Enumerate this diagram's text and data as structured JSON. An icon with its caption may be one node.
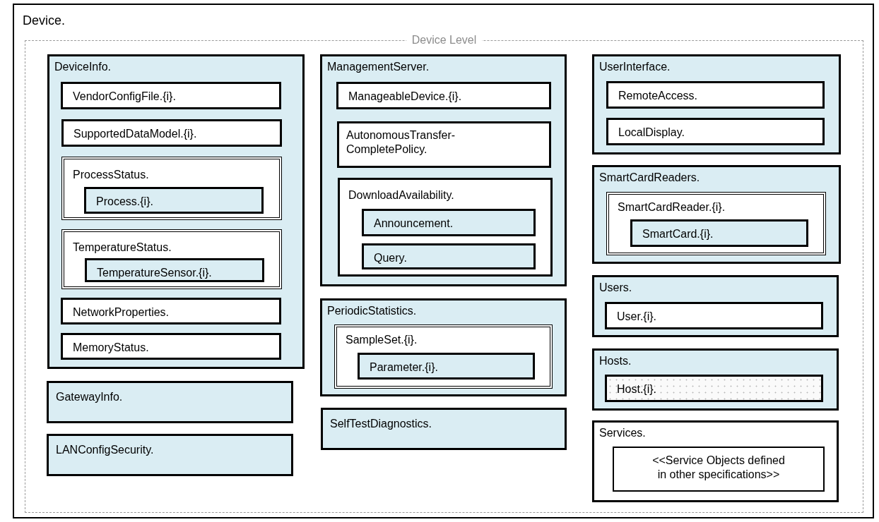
{
  "diagram": {
    "nodes": [
      {
        "text": [
          "Device."
        ]
      },
      {
        "text": [
          "Device Level"
        ],
        "in": 0
      },
      {
        "text": [
          "DeviceInfo."
        ],
        "in": 1
      },
      {
        "text": [
          "VendorConfigFile.{i}."
        ],
        "in": 2
      },
      {
        "text": [
          "SupportedDataModel.{i}."
        ],
        "in": 2
      },
      {
        "text": [
          "ProcessStatus."
        ],
        "in": 2
      },
      {
        "text": [
          "Process.{i}."
        ],
        "in": 5
      },
      {
        "text": [
          "TemperatureStatus."
        ],
        "in": 2
      },
      {
        "text": [
          "TemperatureSensor.{i}."
        ],
        "in": 7
      },
      {
        "text": [
          "NetworkProperties."
        ],
        "in": 2
      },
      {
        "text": [
          "MemoryStatus."
        ],
        "in": 2
      },
      {
        "text": [
          "GatewayInfo."
        ],
        "in": 1
      },
      {
        "text": [
          "LANConfigSecurity."
        ],
        "in": 1
      },
      {
        "text": [
          "ManagementServer."
        ],
        "in": 1
      },
      {
        "text": [
          "ManageableDevice.{i}."
        ],
        "in": 13
      },
      {
        "text": [
          "AutonomousTransfer- CompletePolicy."
        ],
        "in": 13
      },
      {
        "text": [
          "DownloadAvailability."
        ],
        "in": 13
      },
      {
        "text": [
          "Announcement."
        ],
        "in": 16
      },
      {
        "text": [
          "Query."
        ],
        "in": 16
      },
      {
        "text": [
          "PeriodicStatistics."
        ],
        "in": 1
      },
      {
        "text": [
          "SampleSet.{i}."
        ],
        "in": 19
      },
      {
        "text": [
          "Parameter.{i}."
        ],
        "in": 20
      },
      {
        "text": [
          "SelfTestDiagnostics."
        ],
        "in": 1
      },
      {
        "text": [
          "UserInterface."
        ],
        "in": 1
      },
      {
        "text": [
          "RemoteAccess."
        ],
        "in": 23
      },
      {
        "text": [
          "LocalDisplay."
        ],
        "in": 23
      },
      {
        "text": [
          "SmartCardReaders."
        ],
        "in": 1
      },
      {
        "text": [
          "SmartCardReader.{i}."
        ],
        "in": 26
      },
      {
        "text": [
          "SmartCard.{i}."
        ],
        "in": 27
      },
      {
        "text": [
          "Users."
        ],
        "in": 1
      },
      {
        "text": [
          "User.{i}."
        ],
        "in": 29
      },
      {
        "text": [
          "Hosts."
        ],
        "in": 1
      },
      {
        "text": [
          "Host.{i}."
        ],
        "in": 31
      },
      {
        "text": [
          "Services."
        ],
        "in": 1
      },
      {
        "text": [
          "<<Service Objects defined in other specifications>>"
        ],
        "in": 33
      }
    ]
  }
}
